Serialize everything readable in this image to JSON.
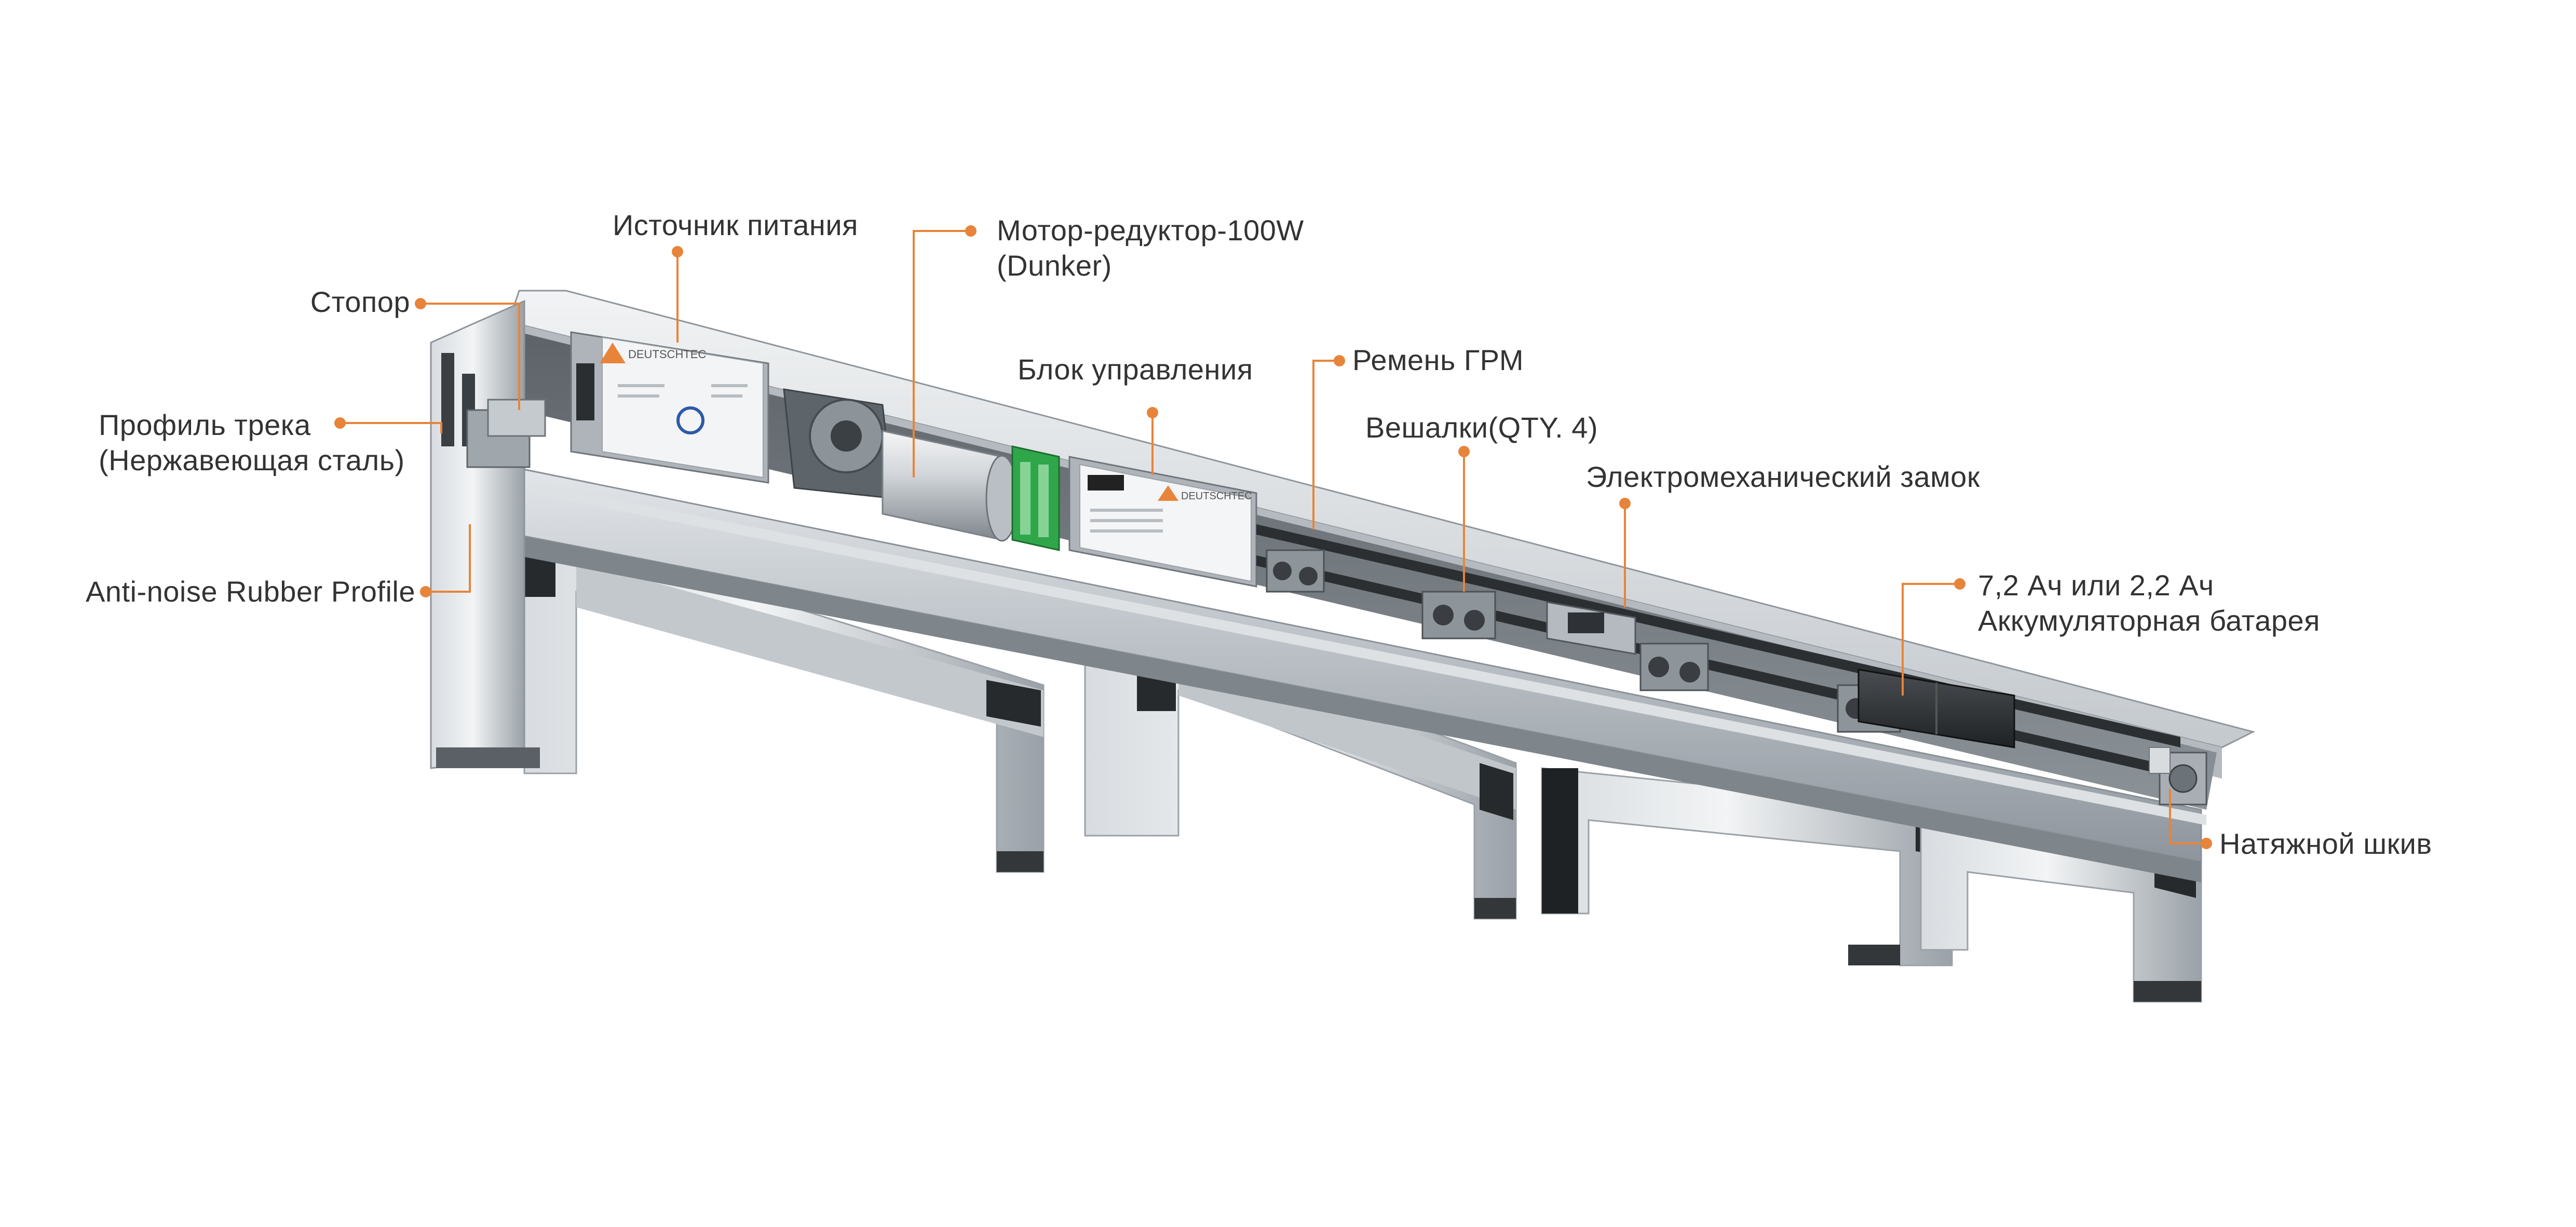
{
  "accent_color": "#e8843a",
  "callouts": {
    "power_supply": "Источник питания",
    "motor_line1": "Мотор-редуктор-100W",
    "motor_line2": "(Dunker)",
    "stopper": "Стопор",
    "track_profile_line1": "Профиль трека",
    "track_profile_line2": "(Нержавеющая сталь)",
    "control_unit": "Блок управления",
    "timing_belt": "Ремень ГРМ",
    "hangers": "Вешалки(QTY. 4)",
    "lock": "Электромеханический замок",
    "battery_line1": "7,2 Ач или 2,2 Ач",
    "battery_line2": "Аккумуляторная батарея",
    "rubber_profile": "Anti-noise Rubber Profile",
    "tension_pulley": "Натяжной шкив"
  },
  "devices": {
    "power_brand": "DEUTSCHTEC",
    "control_brand": "DEUTSCHTEC"
  }
}
